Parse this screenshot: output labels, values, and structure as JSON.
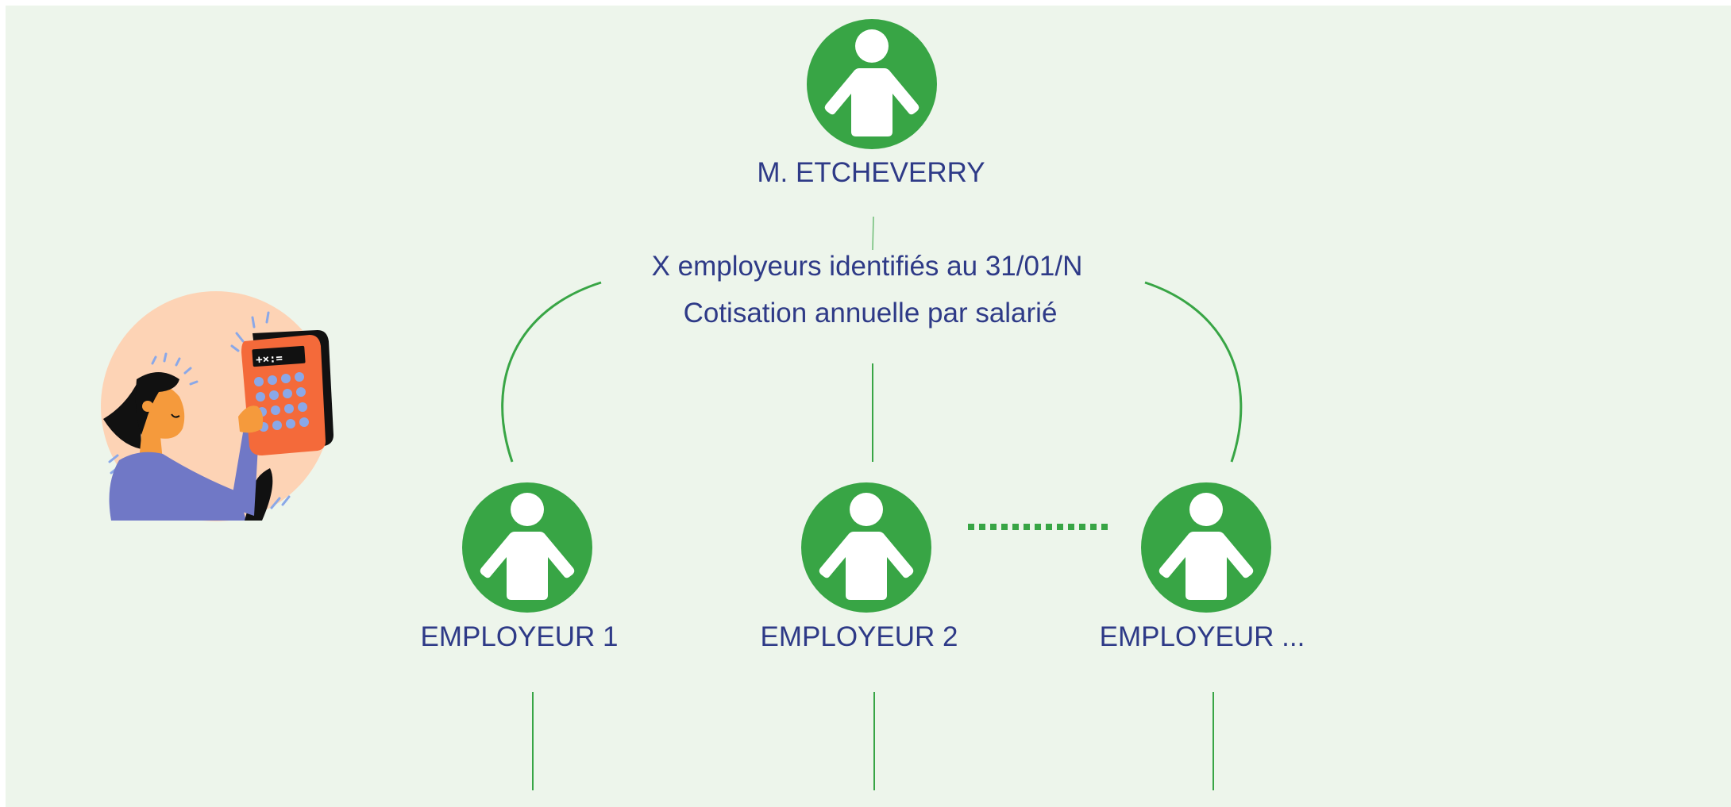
{
  "colors": {
    "background": "#edf5eb",
    "node_green": "#38a545",
    "person_white": "#ffffff",
    "text_navy": "#2e3a87",
    "line_green": "#38a545"
  },
  "top_node": {
    "name": "M. ETCHEVERRY",
    "icon": "person-icon"
  },
  "info": {
    "line1": "X employeurs identifiés au 31/01/N",
    "line2": "Cotisation annuelle par salarié"
  },
  "employers": [
    {
      "name": "EMPLOYEUR 1",
      "icon": "person-icon"
    },
    {
      "name": "EMPLOYEUR 2",
      "icon": "person-icon"
    },
    {
      "name": "EMPLOYEUR ...",
      "icon": "person-icon"
    }
  ],
  "illustration": {
    "icon": "woman-with-calculator-illustration",
    "calculator_display": "+×:="
  }
}
